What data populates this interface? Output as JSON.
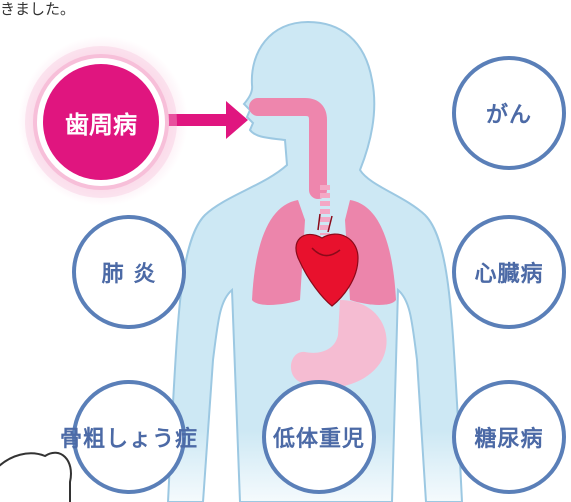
{
  "intro_text": "きました。",
  "highlight": {
    "label": "歯周病",
    "color": "#e0157f"
  },
  "diseases": [
    {
      "label": "がん"
    },
    {
      "label": "肺 炎"
    },
    {
      "label": "心臓病"
    },
    {
      "label": "骨粗しょう症"
    },
    {
      "label": "低体重児"
    },
    {
      "label": "糖尿病"
    }
  ],
  "colors": {
    "body": "#cde8f4",
    "body_outline": "#9cc8e2",
    "circle_border": "#5a7fb8",
    "lungs": "#ec85ab",
    "heart": "#e8112d",
    "trachea": "#ee86ad",
    "stomach": "#f5bcd2"
  }
}
